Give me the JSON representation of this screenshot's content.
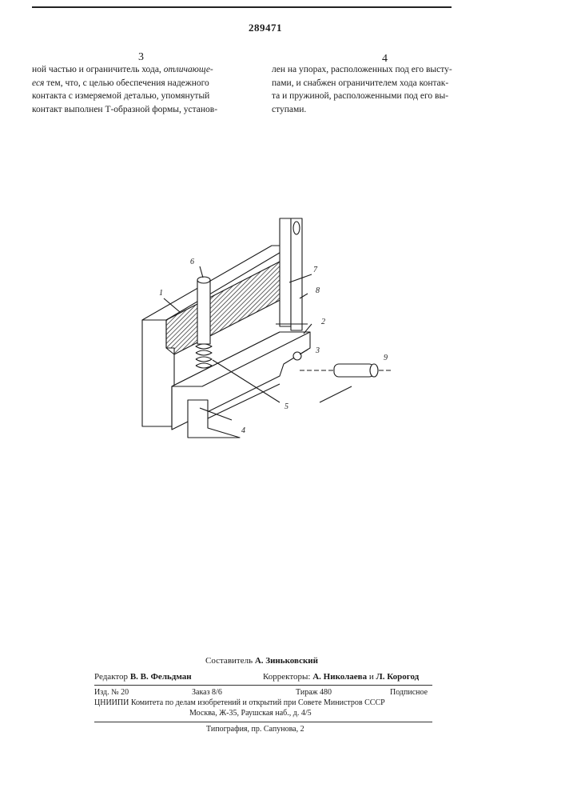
{
  "header": {
    "patent_number": "289471",
    "left_column_number": "3",
    "right_column_number": "4"
  },
  "left_column": {
    "line1_a": "ной частью и ограничитель хода, ",
    "line1_b": "отличающе-",
    "line2_a": "еся",
    "line2_b": " тем, что, с целью обеспечения надежного",
    "line3": "контакта с измеряемой деталью, упомянутый",
    "line4": "контакт выполнен Т-образной формы, установ-"
  },
  "right_column": {
    "line1": "лен на упорах, расположенных под его высту-",
    "line2": "пами, и снабжен ограничителем хода контак-",
    "line3": "та и пружиной, расположенными под его вы-",
    "line4": "ступами."
  },
  "figure": {
    "labels": [
      "1",
      "2",
      "3",
      "4",
      "5",
      "6",
      "7",
      "8",
      "9"
    ]
  },
  "colophon": {
    "compiler_label": "Составитель",
    "compiler_name": "А. Зиньковский",
    "editor_label": "Редактор",
    "editor_name": "В. В. Фельдман",
    "correctors_label": "Корректоры:",
    "correctors_names": "А. Николаева",
    "correctors_and": "и",
    "correctors_name2": "Л. Корогод",
    "izd": "Изд. № 20",
    "order": "Заказ 8/6",
    "circulation": "Тираж 480",
    "subscription": "Подписное",
    "org_line1": "ЦНИИПИ Комитета по делам изобретений и открытий при Совете Министров СССР",
    "org_line2": "Москва, Ж-35, Раушская наб., д. 4/5",
    "printer": "Типография, пр. Сапунова, 2"
  }
}
